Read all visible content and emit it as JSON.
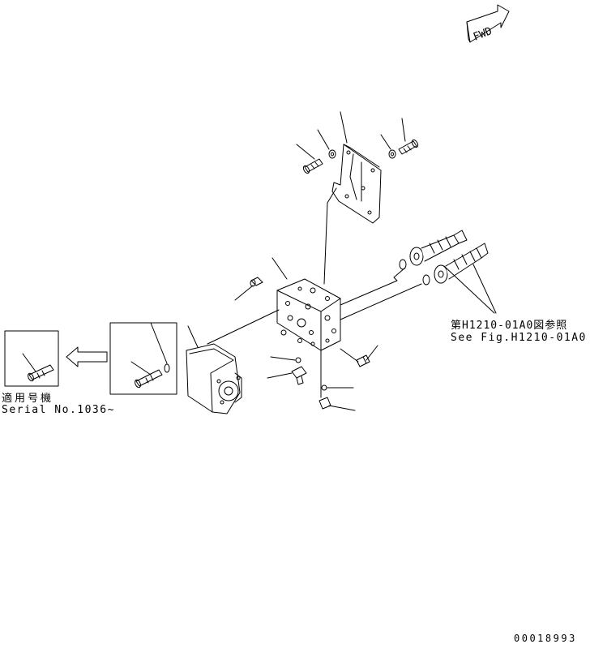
{
  "fwd_label": "FWD",
  "reference": {
    "jp": "第H1210-01A0図参照",
    "en": "See Fig.H1210-01A0"
  },
  "serial": {
    "jp": "適用号機",
    "en": "Serial No.1036~"
  },
  "drawing_number": "00018993",
  "colors": {
    "line": "#000000",
    "background": "#ffffff"
  }
}
